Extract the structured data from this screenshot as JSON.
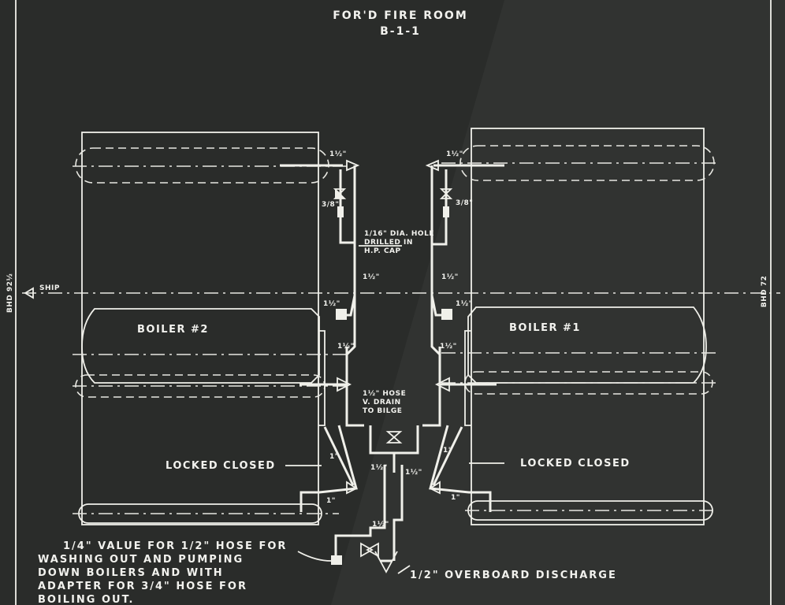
{
  "title": "FOR'D FIRE ROOM",
  "subtitle": "B-1-1",
  "bulkheads": {
    "left": "BHD 92½",
    "right": "BHD 72"
  },
  "ship_mark": "SHIP",
  "boilers": {
    "left": "BOILER #2",
    "right": "BOILER #1"
  },
  "labels": {
    "hole_line1": "1/16\" DIA. HOLE",
    "hole_line2": "DRILLED IN",
    "hole_line3": "H.P. CAP",
    "hose_line1": "1½\" HOSE",
    "hose_line2": "V. DRAIN",
    "hose_line3": "TO BILGE",
    "locked_left": "LOCKED CLOSED",
    "locked_right": "LOCKED CLOSED",
    "overboard": "1/2\" OVERBOARD DISCHARGE"
  },
  "pipe_sizes": {
    "s1": "1½\"",
    "s2": "3/8\"",
    "s3": "1½\"",
    "s4": "3/8\"",
    "s5": "1½\"",
    "s6": "1½\"",
    "s7": "1½\"",
    "s8": "1½\"",
    "s9": "1½\"",
    "s10": "1½\"",
    "s11": "1\"",
    "s12": "1\"",
    "s13": "1\"",
    "s14": "1\"",
    "s15": "1½\"",
    "s16": "1½\"",
    "s17": "1½\""
  },
  "note_lines": [
    "1/4\" VALUE FOR 1/2\" HOSE FOR",
    "WASHING OUT AND PUMPING",
    "DOWN BOILERS AND WITH",
    "ADAPTER FOR 3/4\" HOSE FOR",
    "BOILING OUT."
  ]
}
